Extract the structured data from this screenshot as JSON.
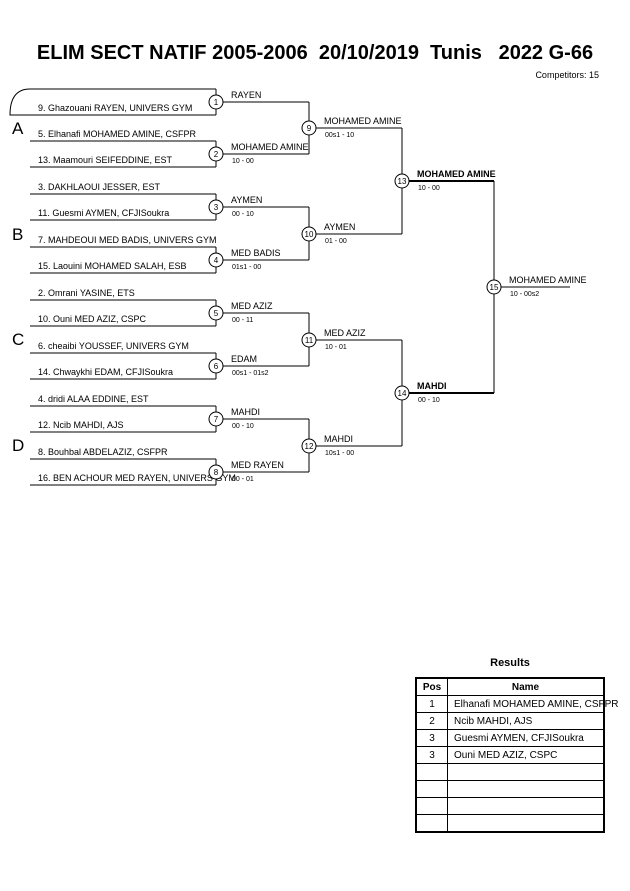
{
  "header": {
    "title": "ELIM SECT NATIF 2005-2006  20/10/2019  Tunis   2022 G-66",
    "competitors_label": "Competitors:",
    "competitors_count": "15"
  },
  "groups": [
    "A",
    "B",
    "C",
    "D"
  ],
  "entries": [
    "9. Ghazouani RAYEN, UNIVERS GYM",
    "5. Elhanafi MOHAMED AMINE, CSFPR",
    "13. Maamouri SEIFEDDINE, EST",
    "3. DAKHLAOUI JESSER, EST",
    "11. Guesmi AYMEN, CFJISoukra",
    "7. MAHDEOUI MED BADIS, UNIVERS GYM",
    "15. Laouini MOHAMED SALAH, ESB",
    "2. Omrani YASINE, ETS",
    "10. Ouni MED AZIZ, CSPC",
    "6. cheaibi YOUSSEF, UNIVERS GYM",
    "14. Chwaykhi EDAM, CFJISoukra",
    "4. dridi ALAA EDDINE, EST",
    "12. Ncib MAHDI, AJS",
    "8. Bouhbal ABDELAZIZ, CSFPR",
    "16. BEN ACHOUR MED RAYEN, UNIVERS GYM"
  ],
  "matches": [
    {
      "no": "1",
      "winner": "RAYEN",
      "score": ""
    },
    {
      "no": "2",
      "winner": "MOHAMED AMINE",
      "score": "10 - 00"
    },
    {
      "no": "3",
      "winner": "AYMEN",
      "score": "00 - 10"
    },
    {
      "no": "4",
      "winner": "MED BADIS",
      "score": "01s1 - 00"
    },
    {
      "no": "5",
      "winner": "MED AZIZ",
      "score": "00 - 11"
    },
    {
      "no": "6",
      "winner": "EDAM",
      "score": "00s1 - 01s2"
    },
    {
      "no": "7",
      "winner": "MAHDI",
      "score": "00 - 10"
    },
    {
      "no": "8",
      "winner": "MED RAYEN",
      "score": "00 - 01"
    },
    {
      "no": "9",
      "winner": "MOHAMED AMINE",
      "score": "00s1 - 10"
    },
    {
      "no": "10",
      "winner": "AYMEN",
      "score": "01 - 00"
    },
    {
      "no": "11",
      "winner": "MED AZIZ",
      "score": "10 - 01"
    },
    {
      "no": "12",
      "winner": "MAHDI",
      "score": "10s1 - 00"
    },
    {
      "no": "13",
      "winner": "MOHAMED AMINE",
      "score": "10 - 00"
    },
    {
      "no": "14",
      "winner": "MAHDI",
      "score": "00 - 10"
    },
    {
      "no": "15",
      "winner": "MOHAMED AMINE",
      "score": "10 - 00s2"
    }
  ],
  "results": {
    "title": "Results",
    "col_pos": "Pos",
    "col_name": "Name",
    "rows": [
      {
        "pos": "1",
        "name": "Elhanafi MOHAMED AMINE, CSFPR"
      },
      {
        "pos": "2",
        "name": "Ncib MAHDI, AJS"
      },
      {
        "pos": "3",
        "name": "Guesmi AYMEN, CFJISoukra"
      },
      {
        "pos": "3",
        "name": "Ouni MED AZIZ, CSPC"
      },
      {
        "pos": "",
        "name": ""
      },
      {
        "pos": "",
        "name": ""
      },
      {
        "pos": "",
        "name": ""
      },
      {
        "pos": "",
        "name": ""
      }
    ]
  }
}
